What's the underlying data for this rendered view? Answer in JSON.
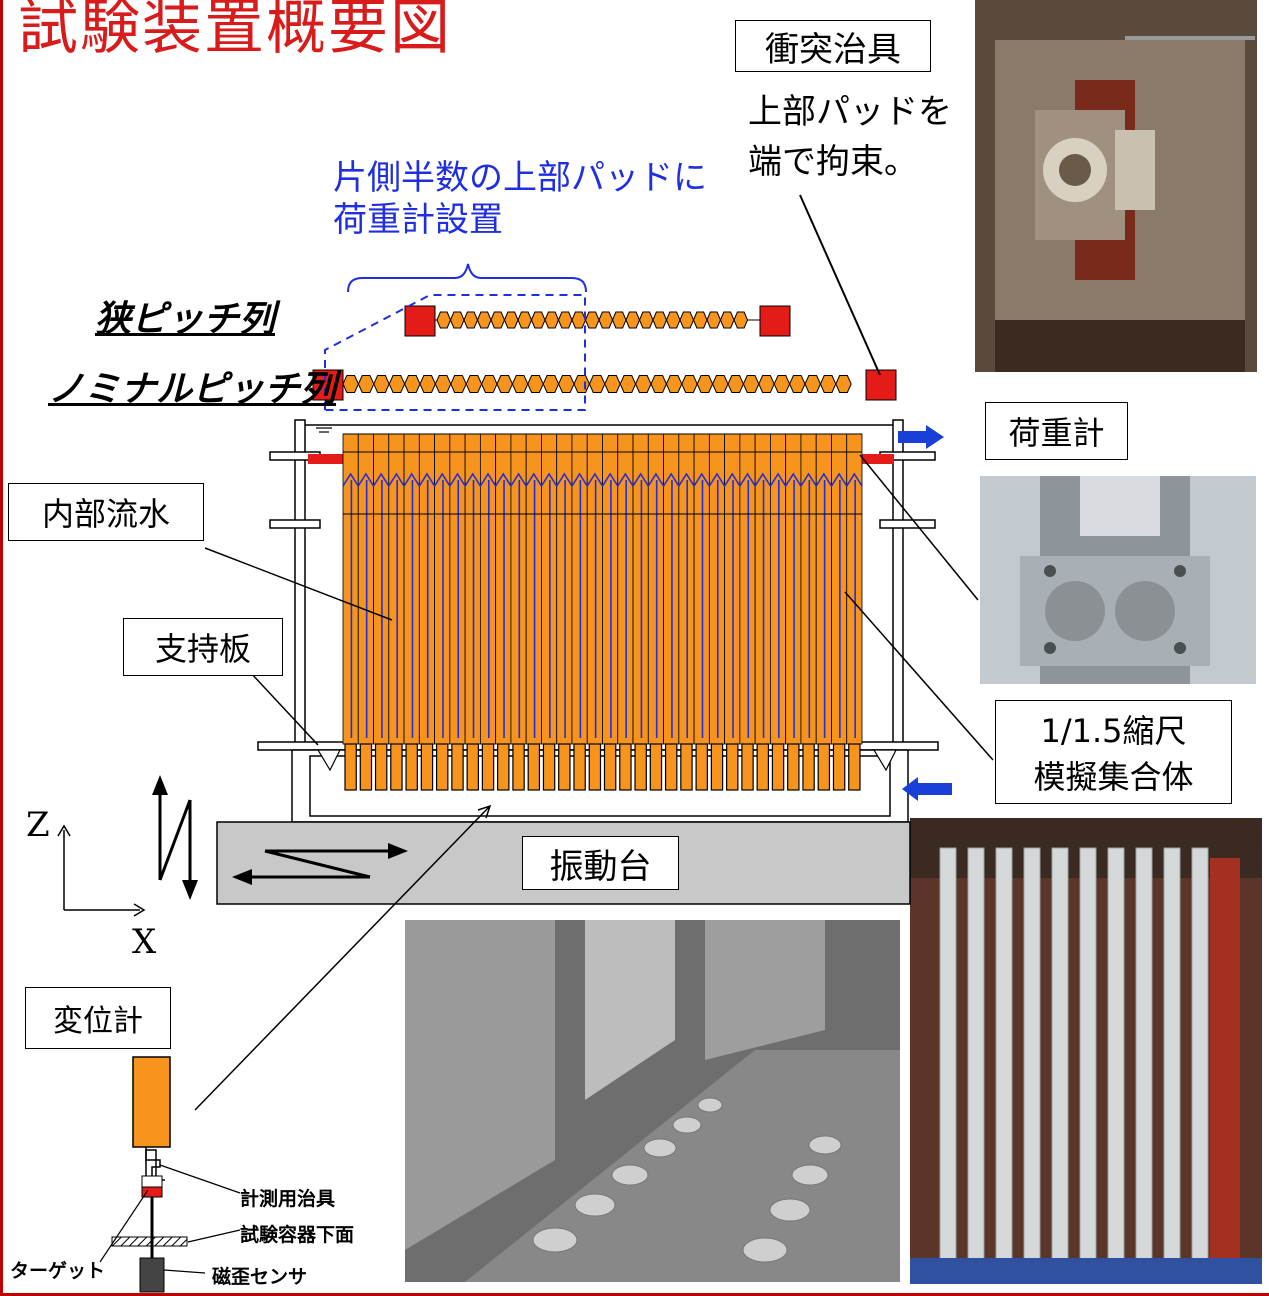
{
  "title": "試験装置概要図",
  "labels": {
    "impact_jig": "衝突治具",
    "impact_note_1": "上部パッドを",
    "impact_note_2": "端で拘束。",
    "loadcell_note_1": "片側半数の上部パッドに",
    "loadcell_note_2": "荷重計設置",
    "narrow_pitch": "狭ピッチ列",
    "nominal_pitch": "ノミナルピッチ列",
    "load_meter": "荷重計",
    "internal_flow": "内部流水",
    "support_plate": "支持板",
    "model_line1": "1/1.5縮尺",
    "model_line2": "模擬集合体",
    "shake_table": "振動台",
    "axis_z": "Z",
    "axis_x": "X",
    "displacement_meter": "変位計",
    "measure_jig": "計測用治具",
    "vessel_bottom": "試験容器下面",
    "target": "ターゲット",
    "sensor": "磁歪センサ"
  },
  "colors": {
    "title_red": "#d81b1b",
    "assembly_orange": "#f7941d",
    "pad_red": "#e41b17",
    "annotation_blue": "#1f2fe0",
    "arrow_blue": "#1a3fd6",
    "table_gray": "#c8c8c8"
  },
  "icons": [
    "arrow-right-icon",
    "arrow-left-icon",
    "water-level-icon"
  ]
}
